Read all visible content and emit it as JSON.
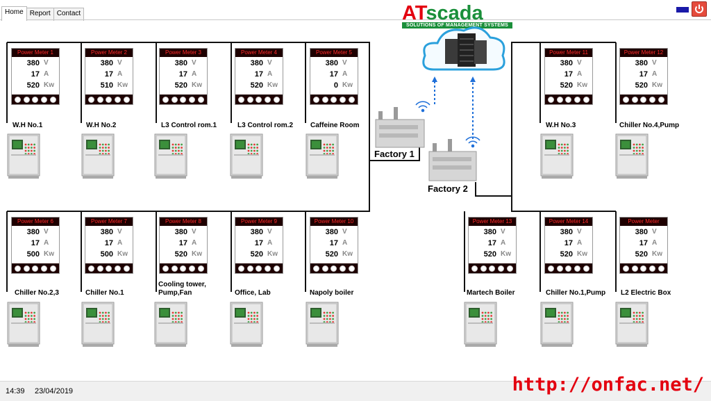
{
  "tabs": [
    {
      "label": "Home"
    },
    {
      "label": "Report"
    },
    {
      "label": "Contact"
    }
  ],
  "logo": {
    "at": "AT",
    "scada": "scada",
    "tagline": "SOLUTIONS OF MANAGEMENT SYSTEMS"
  },
  "factories": {
    "f1": "Factory 1",
    "f2": "Factory 2"
  },
  "meters": [
    {
      "title": "Power Meter 1",
      "v": "380",
      "a": "17",
      "kw": "520",
      "label": "W.H No.1"
    },
    {
      "title": "Power Meter 2",
      "v": "380",
      "a": "17",
      "kw": "510",
      "label": "W.H No.2"
    },
    {
      "title": "Power Meter 3",
      "v": "380",
      "a": "17",
      "kw": "520",
      "label": "L3 Control rom.1"
    },
    {
      "title": "Power Meter 4",
      "v": "380",
      "a": "17",
      "kw": "520",
      "label": "L3 Control rom.2"
    },
    {
      "title": "Power Meter 5",
      "v": "380",
      "a": "17",
      "kw": "0",
      "label": "Caffeine Room"
    },
    {
      "title": "Power Meter 11",
      "v": "380",
      "a": "17",
      "kw": "520",
      "label": "W.H No.3"
    },
    {
      "title": "Power Meter 12",
      "v": "380",
      "a": "17",
      "kw": "520",
      "label": "Chiller No.4,Pump"
    },
    {
      "title": "Power Meter 6",
      "v": "380",
      "a": "17",
      "kw": "500",
      "label": "Chiller No.2,3"
    },
    {
      "title": "Power Meter 7",
      "v": "380",
      "a": "17",
      "kw": "500",
      "label": "Chiller No.1"
    },
    {
      "title": "Power Meter 8",
      "v": "380",
      "a": "17",
      "kw": "520",
      "label": "Cooling tower,\n Pump,Fan"
    },
    {
      "title": "Power Meter 9",
      "v": "380",
      "a": "17",
      "kw": "520",
      "label": "Office, Lab"
    },
    {
      "title": "Power Meter 10",
      "v": "380",
      "a": "17",
      "kw": "520",
      "label": "Napoly boiler"
    },
    {
      "title": "Power Meter 13",
      "v": "380",
      "a": "17",
      "kw": "520",
      "label": "Martech Boiler"
    },
    {
      "title": "Power Meter 14",
      "v": "380",
      "a": "17",
      "kw": "520",
      "label": "Chiller No.1,Pump"
    },
    {
      "title": "Power Meter",
      "v": "380",
      "a": "17",
      "kw": "520",
      "label": "L2 Electric Box"
    }
  ],
  "units": {
    "v": "V",
    "a": "A",
    "kw": "Kw"
  },
  "footer": {
    "time": "14:39",
    "date": "23/04/2019"
  },
  "watermark_url": "http://onfac.net/",
  "icons": {
    "minimize": "minimize-icon",
    "power": "power-icon"
  },
  "colors": {
    "meter_title": "#ff2a2a",
    "logo_red": "#e3000f",
    "logo_green": "#1a8f3a",
    "url": "#e3000f",
    "wifi": "#1e6fd9"
  }
}
